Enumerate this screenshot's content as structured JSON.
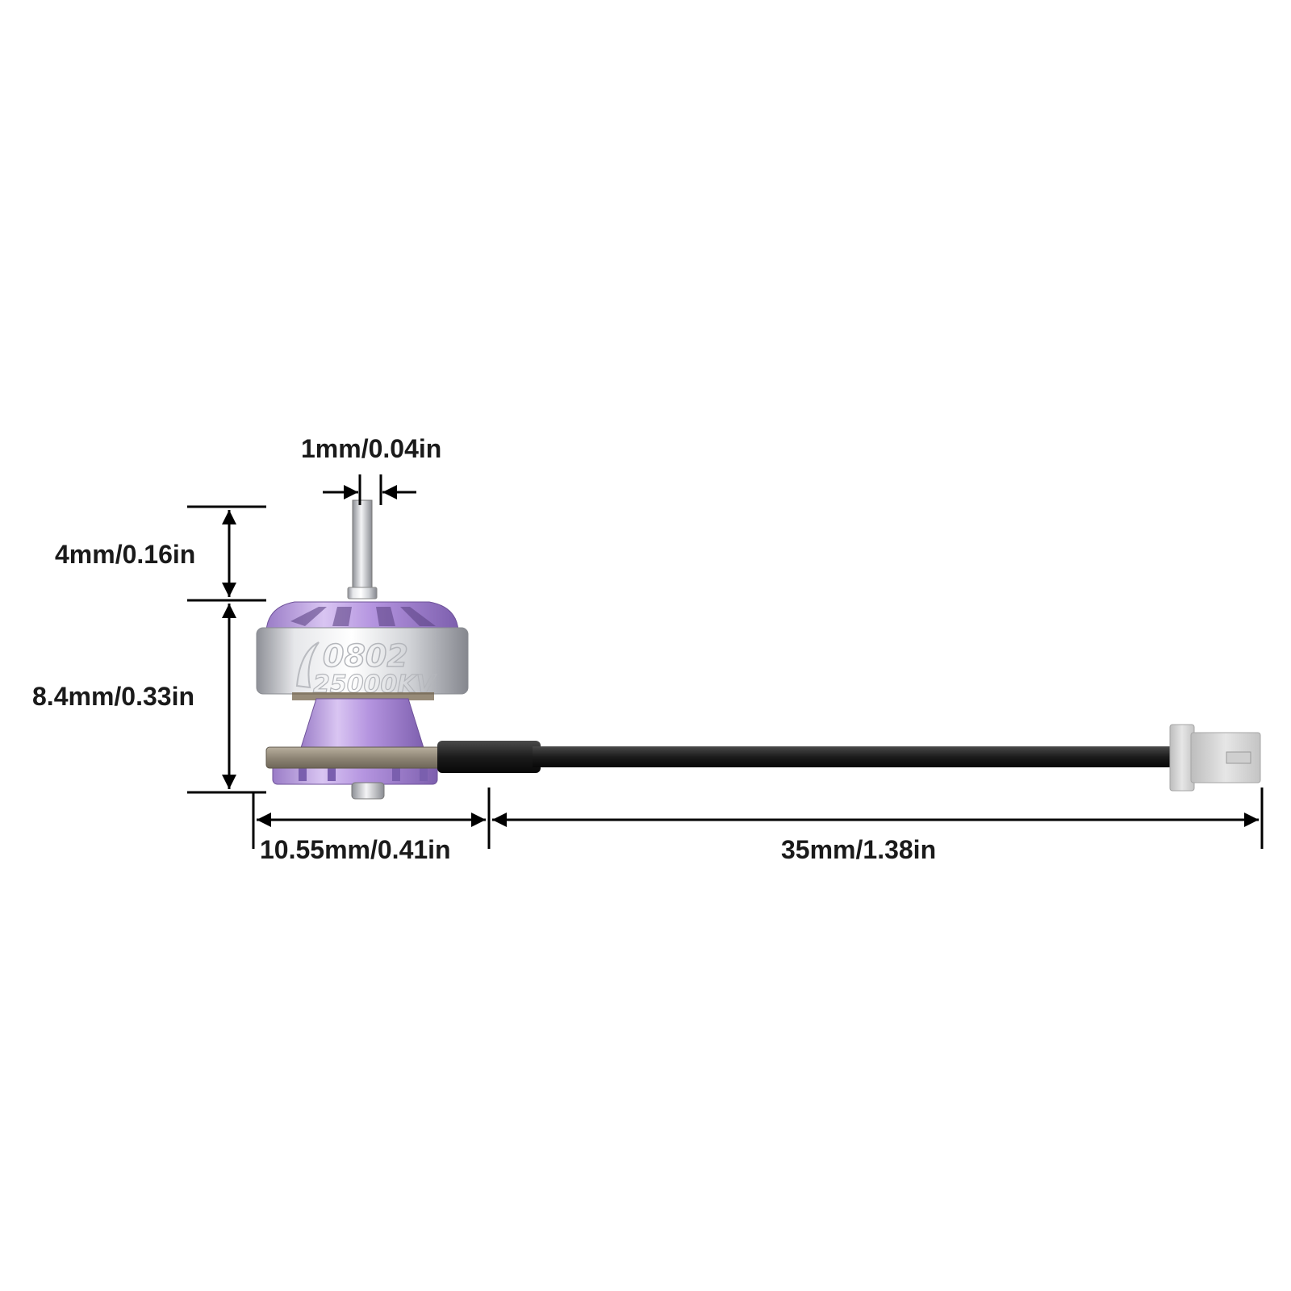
{
  "dimensions": {
    "shaft_diameter": "1mm/0.04in",
    "shaft_length": "4mm/0.16in",
    "body_height": "8.4mm/0.33in",
    "body_width": "10.55mm/0.41in",
    "lead_length": "35mm/1.38in"
  },
  "motor": {
    "model": "0802",
    "kv": "25000KV",
    "bell_color": "#c3a7e4",
    "metal_color": "#cfd1d6"
  },
  "wire": {
    "color": "#1c1c1c",
    "sleeve_color": "#8f8676"
  },
  "connector": {
    "color": "#d9d9d9"
  }
}
